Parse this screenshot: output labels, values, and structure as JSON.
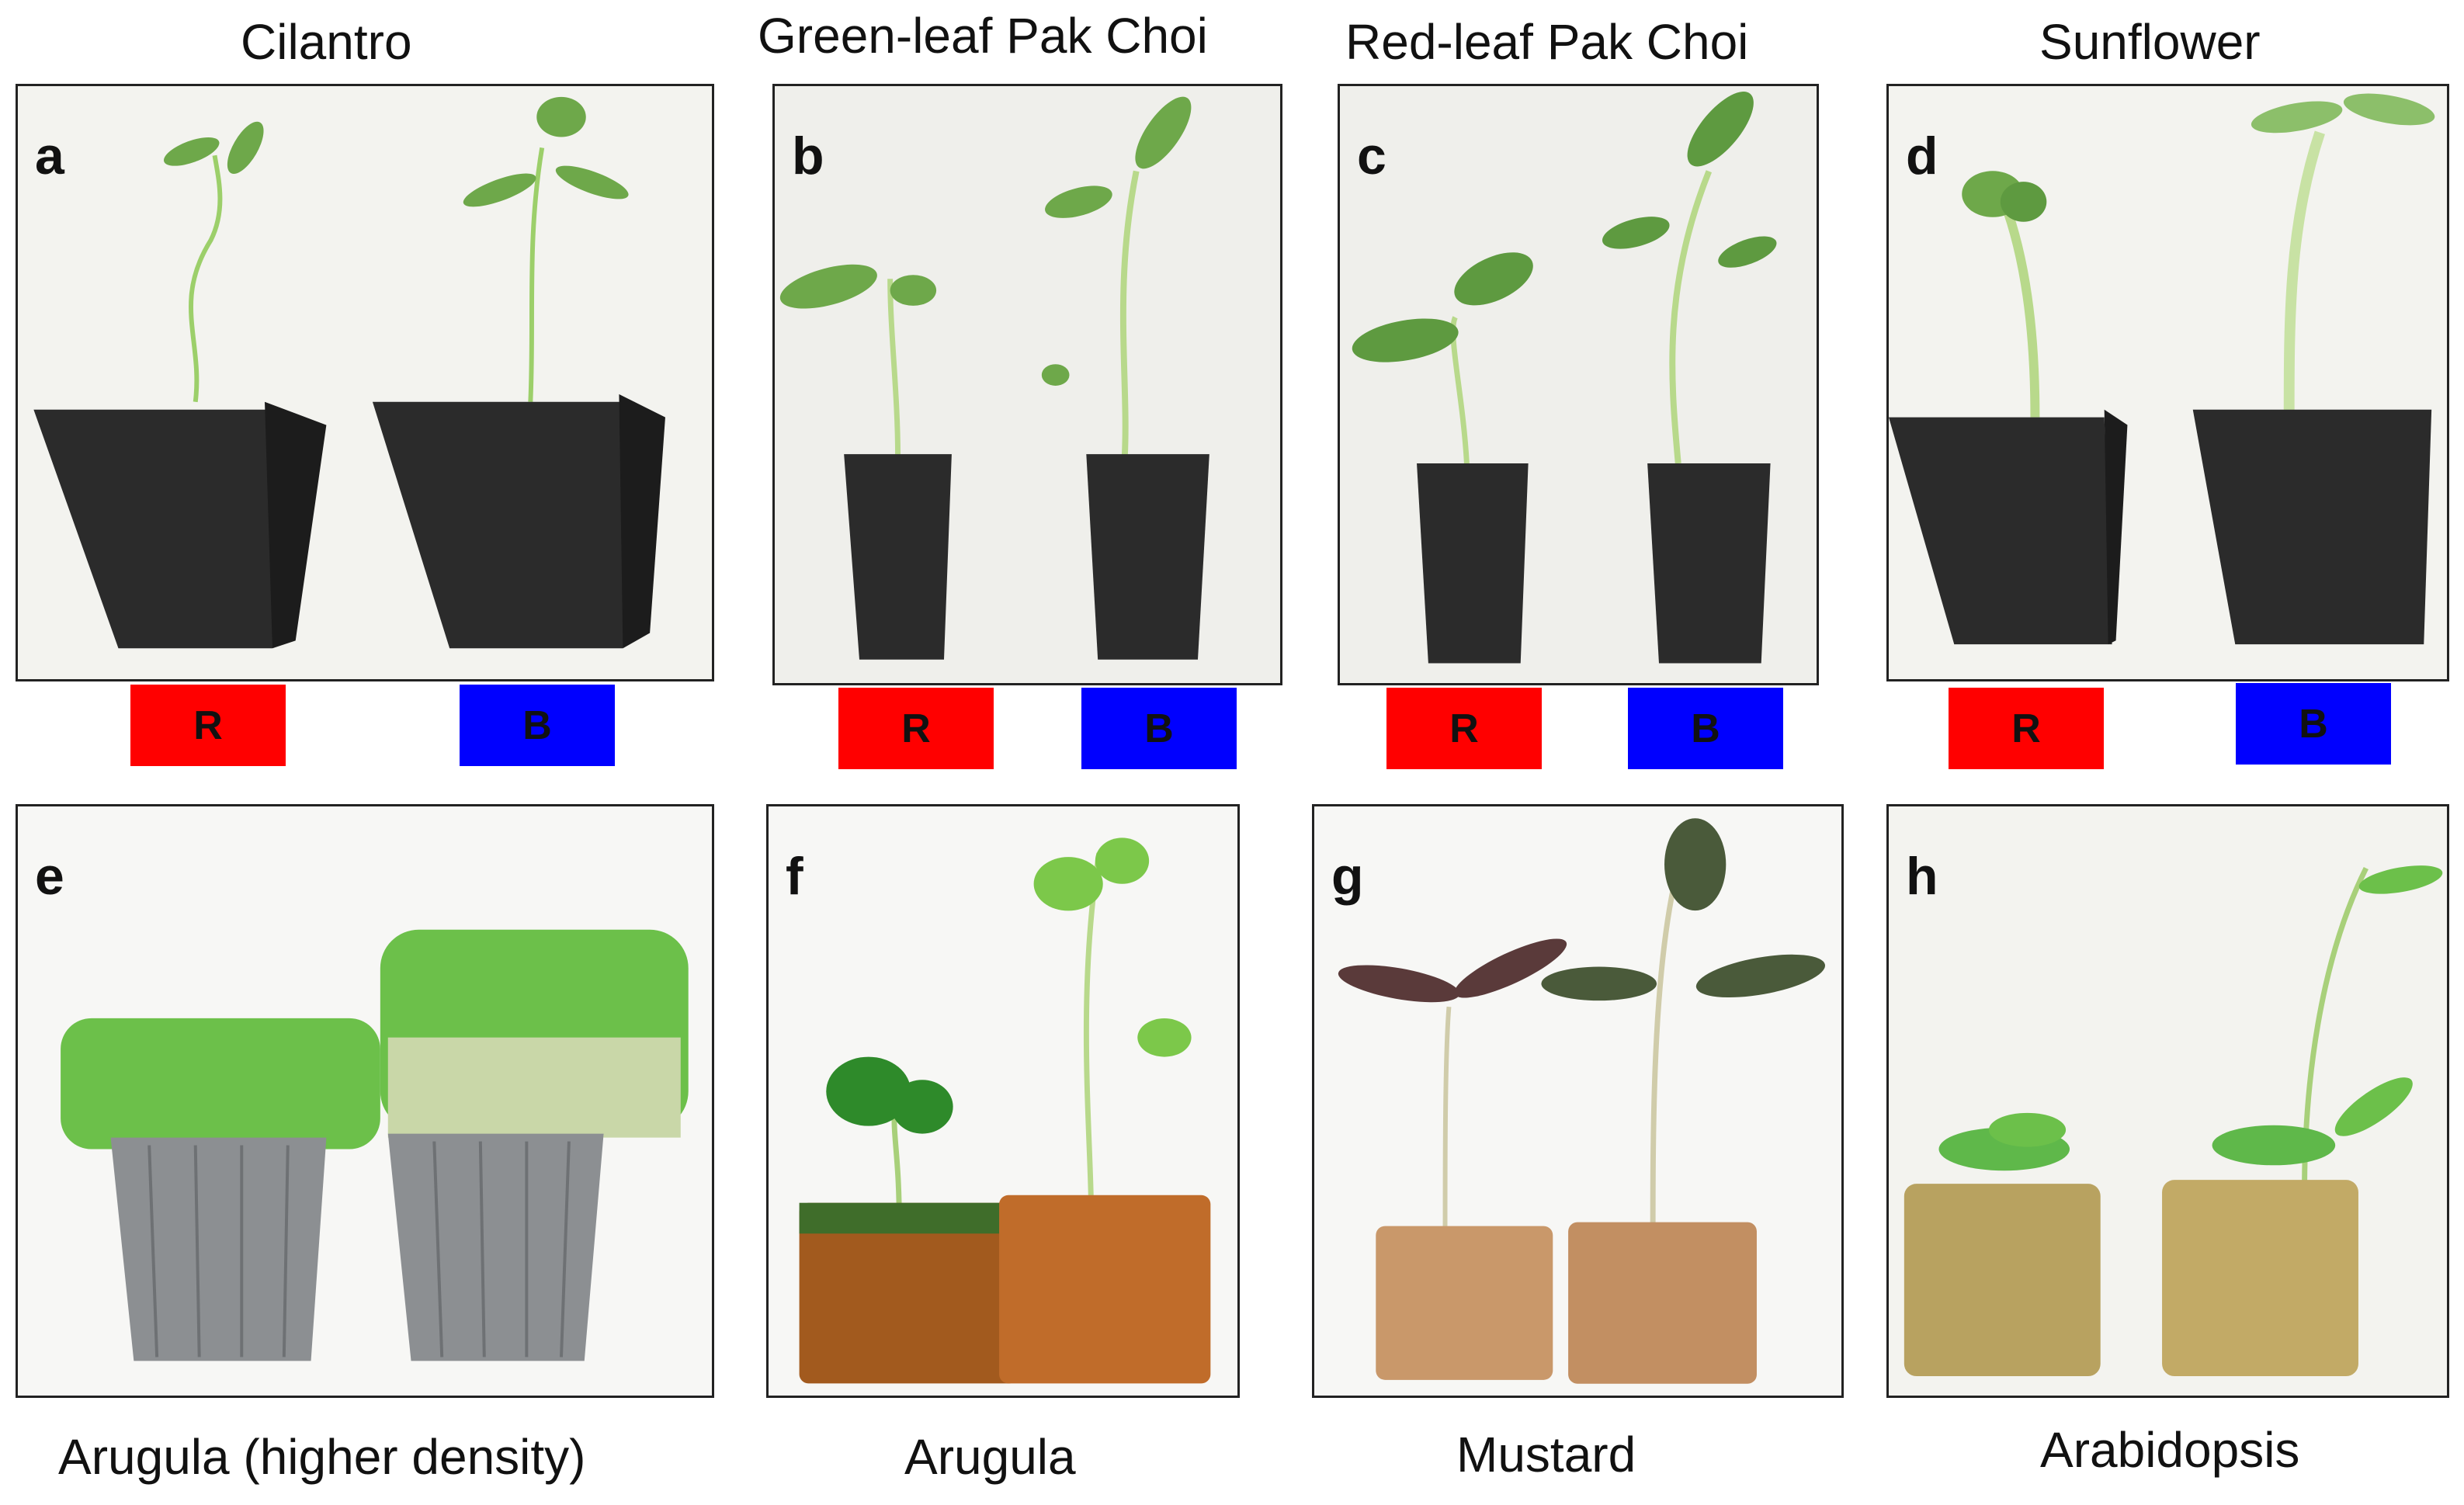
{
  "titles": {
    "a": "Cilantro",
    "b": "Green-leaf Pak Choi",
    "c": "Red-leaf Pak Choi",
    "d": "Sunflower"
  },
  "captions": {
    "e": "Arugula (higher density)",
    "f": "Arugula",
    "g": "Mustard",
    "h": "Arabidopsis"
  },
  "letters": {
    "a": "a",
    "b": "b",
    "c": "c",
    "d": "d",
    "e": "e",
    "f": "f",
    "g": "g",
    "h": "h"
  },
  "tags": {
    "red": "R",
    "blue": "B"
  },
  "colors": {
    "red": "#ff0000",
    "blue": "#0000ff"
  }
}
